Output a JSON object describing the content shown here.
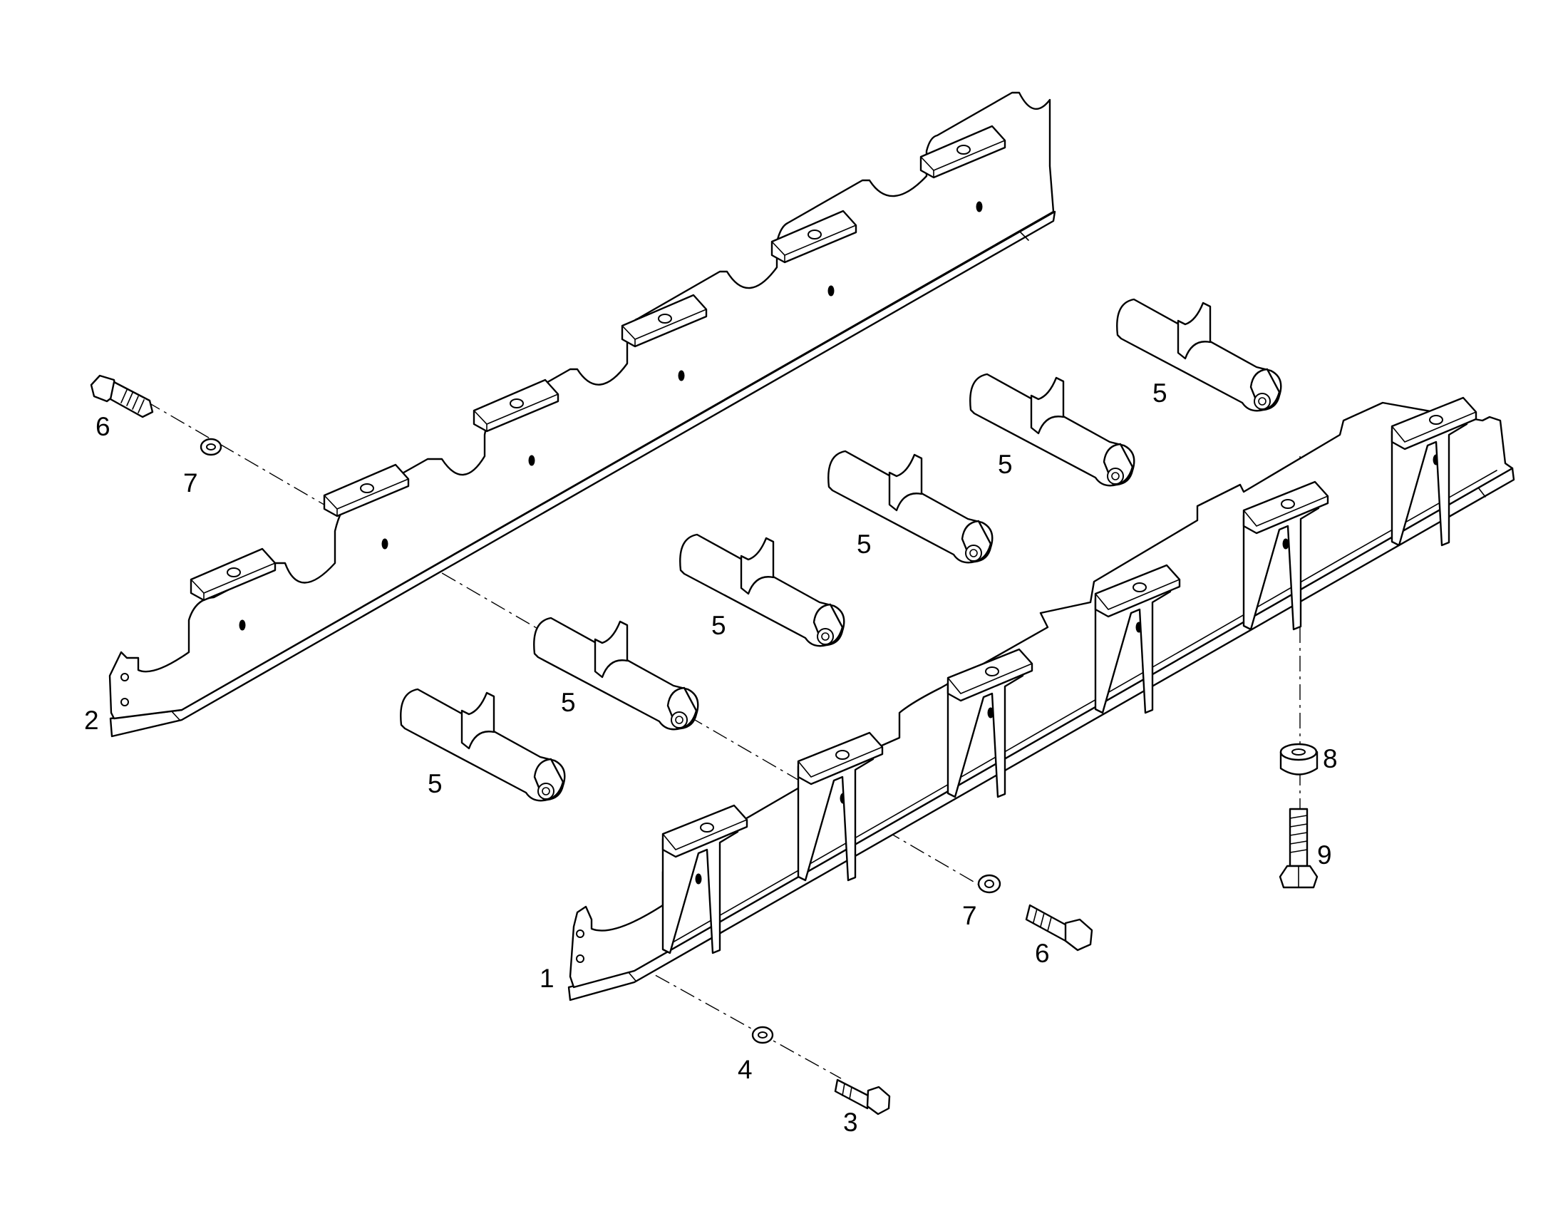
{
  "callouts": {
    "rail_left": "2",
    "rail_right": "1",
    "bolt_short": "3",
    "washer_small": "4",
    "bearing": "5",
    "bolt_long": "6",
    "washer": "7",
    "spacer": "8",
    "bolt_vertical": "9"
  }
}
